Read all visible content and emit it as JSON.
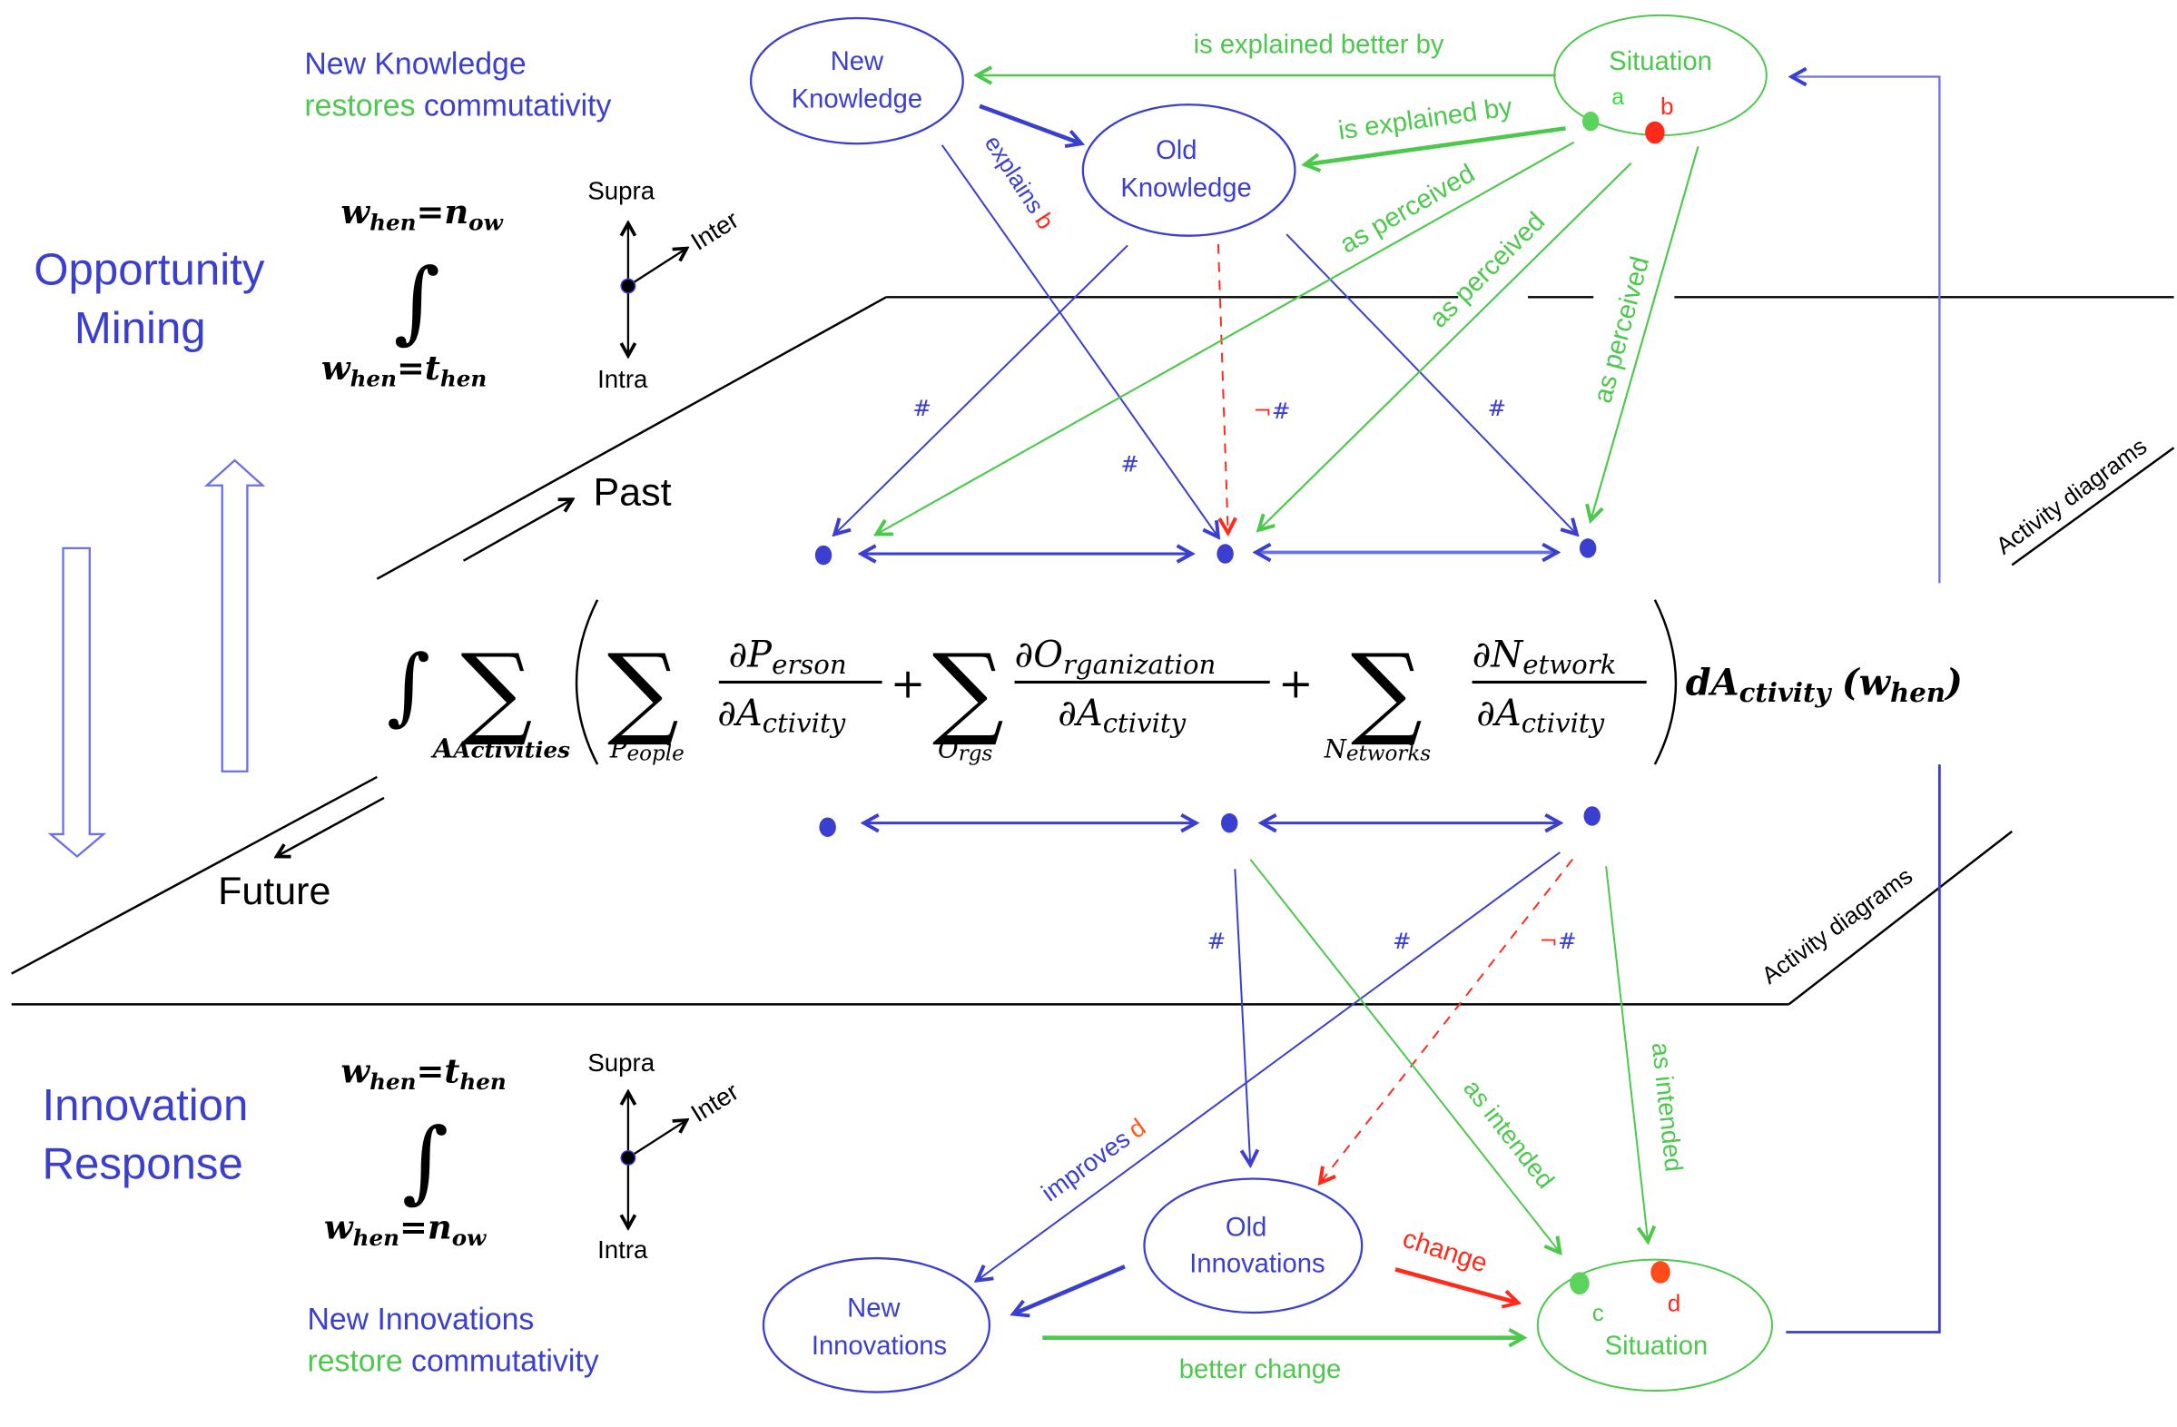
{
  "colors": {
    "blue": "#3a3fd0",
    "green": "#4cc94c",
    "red": "#ff2a1a",
    "hollow_arrow": "#6a70e6",
    "black": "#000000"
  },
  "top": {
    "heading_line1": "New Knowledge",
    "heading_line2_green": "restores",
    "heading_line2_blue": "commutativity",
    "section_title_line1": "Opportunity",
    "section_title_line2": "Mining",
    "integral_upper": {
      "var": "w",
      "var_sub": "hen",
      "eq": "=",
      "val": "n",
      "val_sub": "ow"
    },
    "integral_lower": {
      "var": "w",
      "var_sub": "hen",
      "eq": "=",
      "val": "t",
      "val_sub": "hen"
    },
    "axes": {
      "up": "Supra",
      "down": "Intra",
      "diag": "Inter"
    },
    "nodes": {
      "new_knowledge": [
        "New",
        "Knowledge"
      ],
      "old_knowledge": [
        "Old",
        "Knowledge"
      ],
      "situation": "Situation",
      "point_a": "a",
      "point_b": "b"
    },
    "edges": {
      "explained_better_by": "is explained better by",
      "explained_by": "is explained by",
      "explains": "explains",
      "explains_suffix": "b",
      "as_perceived": "as perceived",
      "hash": "#",
      "not_hash_neg": "¬",
      "not_hash": "#"
    }
  },
  "middle": {
    "past": "Past",
    "future": "Future",
    "activity_diagrams": "Activity diagrams",
    "formula": {
      "outer_sum_sub": "Activities",
      "outer_sum_sub_cap": "A",
      "people_sub_cap": "P",
      "people_sub": "eople",
      "person_num_cap": "∂P",
      "person_num_sub": "erson",
      "org_num_cap": "∂O",
      "org_num_sub": "rganization",
      "orgs_sub_cap": "O",
      "orgs_sub": "rgs",
      "network_num_cap": "∂N",
      "network_num_sub": "etwork",
      "networks_sub_cap": "N",
      "networks_sub": "etworks",
      "denom_cap": "∂A",
      "denom_sub": "ctivity",
      "tail_cap": "dA",
      "tail_sub": "ctivity",
      "tail_arg_cap": "(w",
      "tail_arg_sub": "hen",
      "tail_close": ")",
      "plus": "+",
      "sigma": "∑",
      "integral": "∫"
    }
  },
  "bottom": {
    "section_title_line1": "Innovation",
    "section_title_line2": "Response",
    "integral_upper": {
      "var": "w",
      "var_sub": "hen",
      "eq": "=",
      "val": "t",
      "val_sub": "hen"
    },
    "integral_lower": {
      "var": "w",
      "var_sub": "hen",
      "eq": "=",
      "val": "n",
      "val_sub": "ow"
    },
    "axes": {
      "up": "Supra",
      "down": "Intra",
      "diag": "Inter"
    },
    "heading_line1": "New Innovations",
    "heading_line2_green": "restore",
    "heading_line2_blue": "commutativity",
    "nodes": {
      "old_innovations": [
        "Old",
        "Innovations"
      ],
      "new_innovations": [
        "New",
        "Innovations"
      ],
      "situation": "Situation",
      "point_c": "c",
      "point_d": "d"
    },
    "edges": {
      "improves": "improves",
      "improves_suffix": "d",
      "as_intended": "as intended",
      "change": "change",
      "better_change": "better change",
      "hash": "#",
      "not_hash_neg": "¬",
      "not_hash": "#"
    }
  }
}
